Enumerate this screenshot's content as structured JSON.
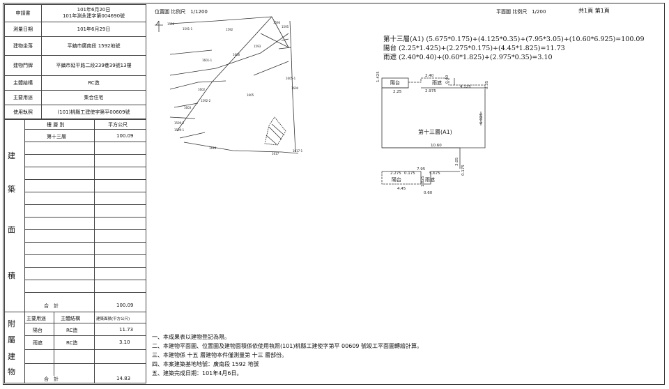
{
  "form": {
    "rows": [
      {
        "label": "申請書",
        "value": "101年6月20日\n101年測永建字第004690號"
      },
      {
        "label": "測量日期",
        "value": "101年6月29日"
      },
      {
        "label": "建物坐落",
        "value": "平鎮市廣南段 1592地號"
      },
      {
        "label": "建物門牌",
        "value": "平鎮市延平路二段239巷39號13樓"
      },
      {
        "label": "主體結構",
        "value": "RC造"
      },
      {
        "label": "主要用途",
        "value": "集合住宅"
      },
      {
        "label": "使用執照",
        "value": "(101)桃縣工建使字第平00609號"
      }
    ]
  },
  "building_area": {
    "section_chars": [
      "建",
      "築",
      "面",
      "積"
    ],
    "col_floor": "樓 層 別",
    "col_area": "平方公尺",
    "floor": "第十三層",
    "floor_area": "100.09",
    "total_label": "合　計",
    "total": "100.09"
  },
  "attached": {
    "section_chars": [
      "附",
      "屬",
      "建",
      "物"
    ],
    "col_use": "主要用途",
    "col_struct": "主體結構",
    "col_area": "建築面積(平方公尺)",
    "rows": [
      {
        "use": "陽台",
        "struct": "RC造",
        "area": "11.73"
      },
      {
        "use": "雨遮",
        "struct": "RC造",
        "area": "3.10"
      }
    ],
    "total_label": "合　計",
    "total": "14.83"
  },
  "location_map": {
    "header": "位置圖 比例尺　1/1200",
    "lot_labels": [
      "1592",
      "1591-1",
      "1593",
      "1594",
      "1595",
      "1602",
      "1603",
      "1600",
      "1601-1",
      "1605",
      "1605-1",
      "1604",
      "1618",
      "1617",
      "1617-1",
      "1592-2",
      "1599-1",
      "1599-2",
      "1596"
    ]
  },
  "floor_plan": {
    "header": "平面圖 比例尺　1/200",
    "page": "共1頁 第1頁",
    "formulas": [
      "第十三層(A1) (5.675*0.175)+(4.125*0.35)+(7.95*3.05)+(10.60*6.925)=100.09",
      "陽台 (2.25*1.425)+(2.275*0.175)+(4.45*1.825)=11.73",
      "雨遮 (2.40*0.40)+(0.60*1.825)+(2.975*0.35)=3.10"
    ],
    "room_label": "第十三層(A1)",
    "balcony": "陽台",
    "canopy": "雨遮",
    "dims": [
      "1.425",
      "2.25",
      "2.40",
      "2.975",
      "4.125",
      "0.35",
      "0.40",
      "6.925",
      "10.60",
      "3.05",
      "7.95",
      "5.675",
      "2.275",
      "0.175",
      "1.825",
      "4.45",
      "0.60",
      "0.175"
    ]
  },
  "notes": [
    "一、本成果表以建物登記為限。",
    "二、本建物平面圖、位置圖及建物面積係依使用執照(101)桃縣工建使字第平 00609 號竣工平面圖轉繪計算。",
    "三、本建物係 十五 層建物本件僅測量第 十三 層部份。",
    "四、本案建築基地地號：廣南段 1592 地號",
    "五、建築完成日期：101年4月6日。"
  ]
}
